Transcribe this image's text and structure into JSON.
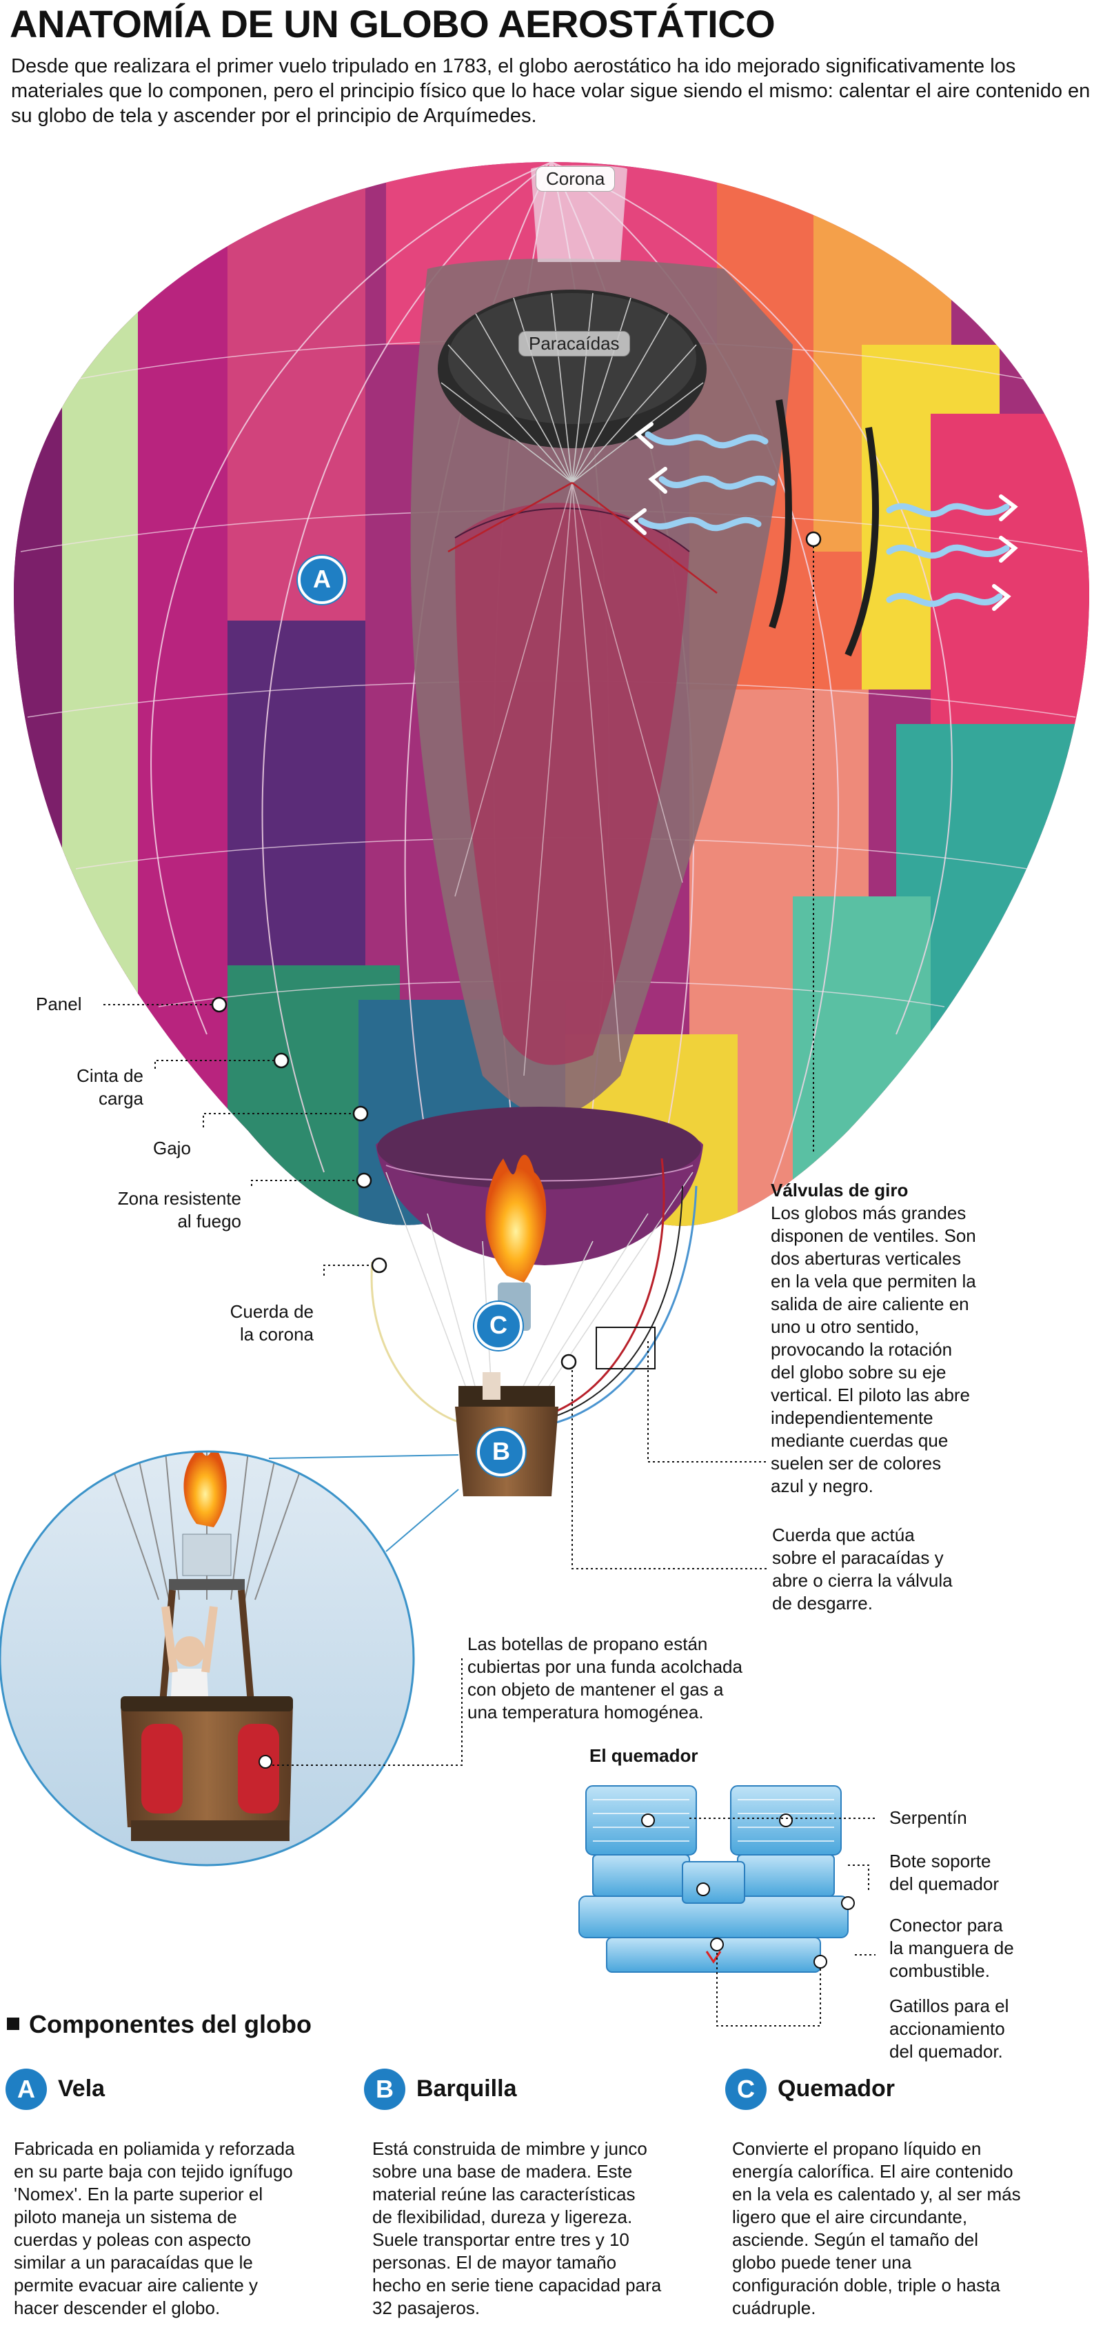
{
  "header": {
    "title": "ANATOMÍA DE UN GLOBO AEROSTÁTICO",
    "intro": "Desde que realizara el primer vuelo tripulado en 1783, el globo aerostático ha ido mejorado significativamente los materiales que lo componen, pero el principio físico que lo hace volar sigue siendo el mismo: calentar el aire contenido en su globo de tela y ascender por el principio de Arquímedes."
  },
  "balloon": {
    "corona": "Corona",
    "paracaidas": "Paracaídas",
    "badges": {
      "a": "A",
      "b": "B",
      "c": "C"
    },
    "labels": {
      "panel": "Panel",
      "cinta_l1": "Cinta de",
      "cinta_l2": "carga",
      "gajo": "Gajo",
      "zona_l1": "Zona resistente",
      "zona_l2": "al fuego",
      "cuerda_l1": "Cuerda de",
      "cuerda_l2": "la corona"
    }
  },
  "valvulas": {
    "title": "Válvulas de giro",
    "lines": [
      "Los globos más grandes",
      "disponen de ventiles. Son",
      "dos aberturas verticales",
      "en la vela que permiten la",
      "salida de aire caliente en",
      "uno u otro sentido,",
      "provocando la rotación",
      "del globo sobre su eje",
      "vertical. El piloto las abre",
      "independientemente",
      "mediante cuerdas que",
      "suelen ser de colores",
      "azul y negro."
    ]
  },
  "cuerda_paracaidas": {
    "lines": [
      "Cuerda que actúa",
      "sobre el paracaídas y",
      "abre o cierra la válvula",
      "de desgarre."
    ]
  },
  "botellas": {
    "lines": [
      "Las botellas de propano están",
      "cubiertas por una funda acolchada",
      "con objeto de mantener el gas a",
      "una temperatura homogénea."
    ]
  },
  "quemador": {
    "title": "El quemador",
    "serpentin": "Serpentín",
    "bote_l1": "Bote soporte",
    "bote_l2": "del quemador",
    "conector_l1": "Conector para",
    "conector_l2": "la manguera de",
    "conector_l3": "combustible.",
    "gatillos_l1": "Gatillos para el",
    "gatillos_l2": "accionamiento",
    "gatillos_l3": "del quemador."
  },
  "componentes": {
    "heading": "Componentes del globo",
    "items": [
      {
        "letter": "A",
        "name": "Vela",
        "lines": [
          "Fabricada en poliamida y reforzada",
          "en su parte baja con tejido ignífugo",
          "'Nomex'. En la parte superior el",
          "piloto maneja un sistema de",
          "cuerdas y poleas con aspecto",
          "similar a un paracaídas que le",
          "permite evacuar aire caliente y",
          "hacer descender el globo."
        ]
      },
      {
        "letter": "B",
        "name": "Barquilla",
        "lines": [
          "Está construida de mimbre y junco",
          "sobre una base de madera. Este",
          "material reúne las características",
          "de flexibilidad, dureza y ligereza.",
          "Suele transportar entre tres y 10",
          "personas. El de mayor tamaño",
          "hecho en serie tiene capacidad para",
          "32 pasajeros."
        ]
      },
      {
        "letter": "C",
        "name": "Quemador",
        "lines": [
          "Convierte el propano líquido en",
          "energía calorífica. El aire contenido",
          "en la vela es calentado y, al ser más",
          "ligero que el aire circundante,",
          "asciende. Según el tamaño del",
          "globo puede tener una",
          "configuración doble, triple o hasta",
          "cuádruple."
        ]
      }
    ]
  },
  "colors": {
    "accent": "#1f7fc4",
    "text": "#111111"
  }
}
